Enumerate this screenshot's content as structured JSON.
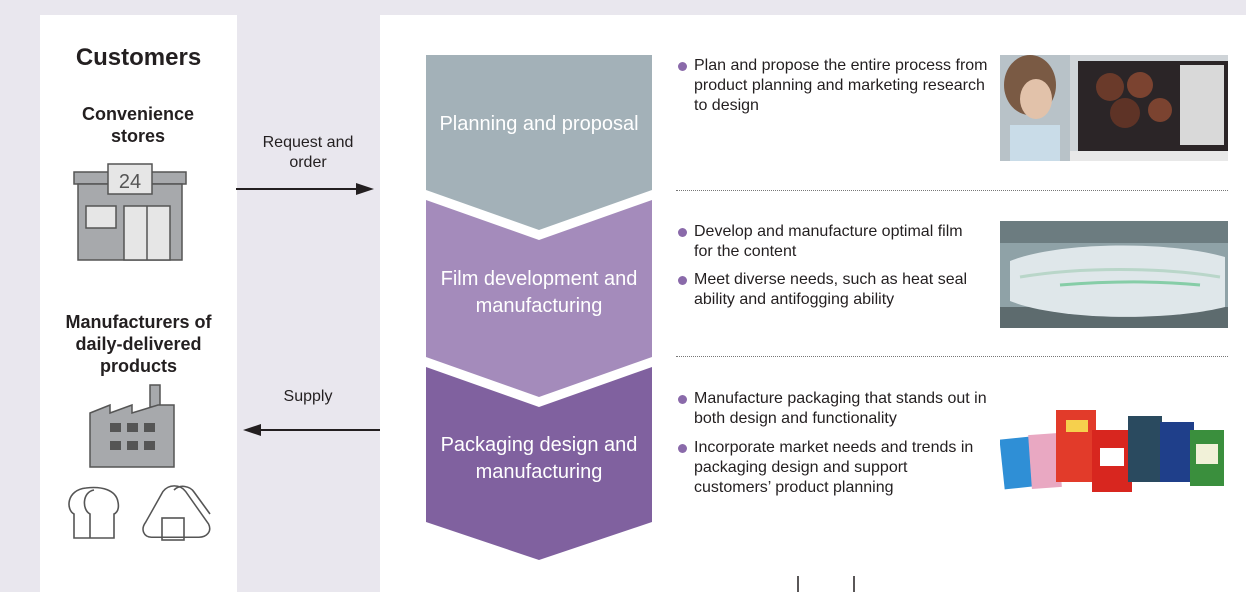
{
  "customers": {
    "title": "Customers",
    "convenience_stores": "Convenience stores",
    "manufacturers": "Manufacturers of daily-delivered products",
    "store_sign": "24"
  },
  "flows": {
    "request": "Request and order",
    "supply": "Supply"
  },
  "stages": [
    {
      "label": "Planning and proposal",
      "color": "#a3b1b8",
      "bullets": [
        "Plan and propose the entire process from product planning and marketing research to design"
      ],
      "photo": "designer-at-computer-photo"
    },
    {
      "label": "Film development and manufacturing",
      "color": "#a48bbb",
      "bullets": [
        "Develop and manufacture optimal film for the content",
        "Meet diverse needs, such as heat seal ability and antifogging ability"
      ],
      "photo": "film-roll-photo"
    },
    {
      "label": "Packaging design and manufacturing",
      "color": "#80619f",
      "bullets": [
        "Manufacture packaging that stands out in both design and functionality",
        "Incorporate market needs and trends in packaging design and support customers’ product planning"
      ],
      "photo": "snack-packages-photo"
    }
  ],
  "colors": {
    "bullet": "#8a6aaa",
    "icon_gray": "#a7a9ac",
    "background": "#e9e7ee"
  }
}
